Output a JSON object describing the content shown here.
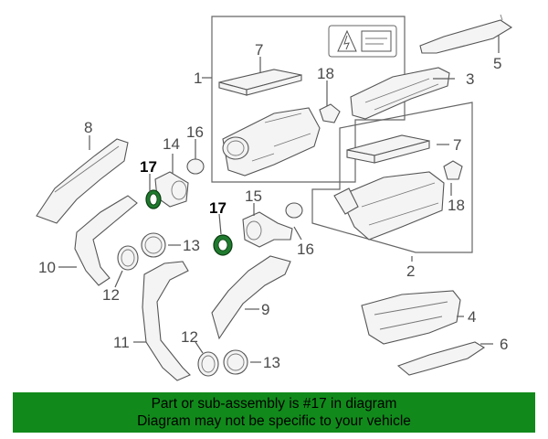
{
  "diagram": {
    "callouts": {
      "c1": "1",
      "c2": "2",
      "c3": "3",
      "c4": "4",
      "c5": "5",
      "c6": "6",
      "c7a": "7",
      "c7b": "7",
      "c8": "8",
      "c9": "9",
      "c10": "10",
      "c11": "11",
      "c12a": "12",
      "c12b": "12",
      "c13a": "13",
      "c13b": "13",
      "c14": "14",
      "c15": "15",
      "c16a": "16",
      "c16b": "16",
      "c17a": "17",
      "c17b": "17",
      "c18a": "18",
      "c18b": "18"
    },
    "highlight_color": "#1f7a2e"
  },
  "banner": {
    "line1": "Part or sub-assembly is #17 in diagram",
    "line2": "Diagram may not be specific to your vehicle",
    "background": "#118a1b"
  }
}
